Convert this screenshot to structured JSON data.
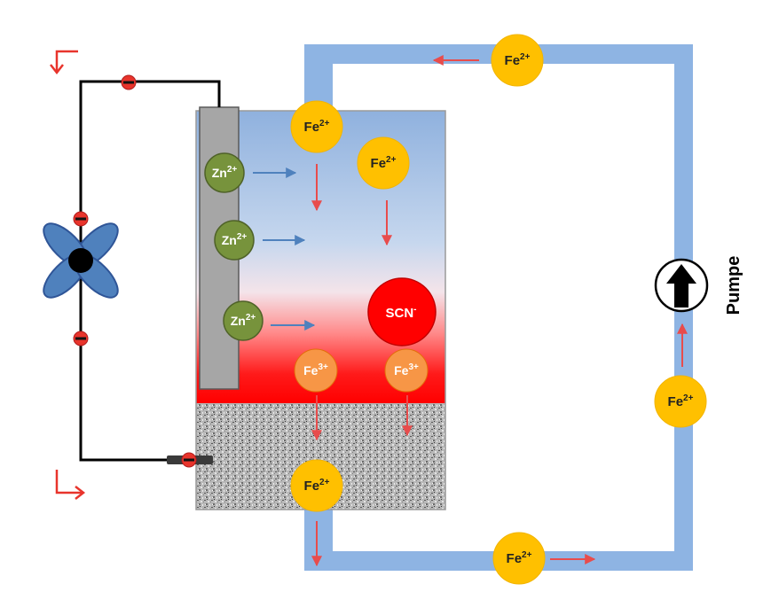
{
  "labels": {
    "pump": "Pumpe"
  },
  "ions": {
    "fe2": {
      "base": "Fe",
      "charge": "2+"
    },
    "fe3": {
      "base": "Fe",
      "charge": "3+"
    },
    "zn2": {
      "base": "Zn",
      "charge": "2+"
    },
    "scn": {
      "base": "SCN",
      "charge": "-"
    }
  },
  "colors": {
    "pipe": "#8eb4e3",
    "fe2_fill": "#ffc000",
    "fe3_fill": "#f79646",
    "zn_fill": "#77933c",
    "scn_fill": "#ff0000",
    "arrow_red": "#e84c4c",
    "arrow_blue": "#4f81bd",
    "electron": "#e8342c",
    "fan": "#4f81bd"
  },
  "icons": [
    "pump-icon",
    "fan-icon",
    "electron-icon",
    "corner-arrow-icon"
  ]
}
